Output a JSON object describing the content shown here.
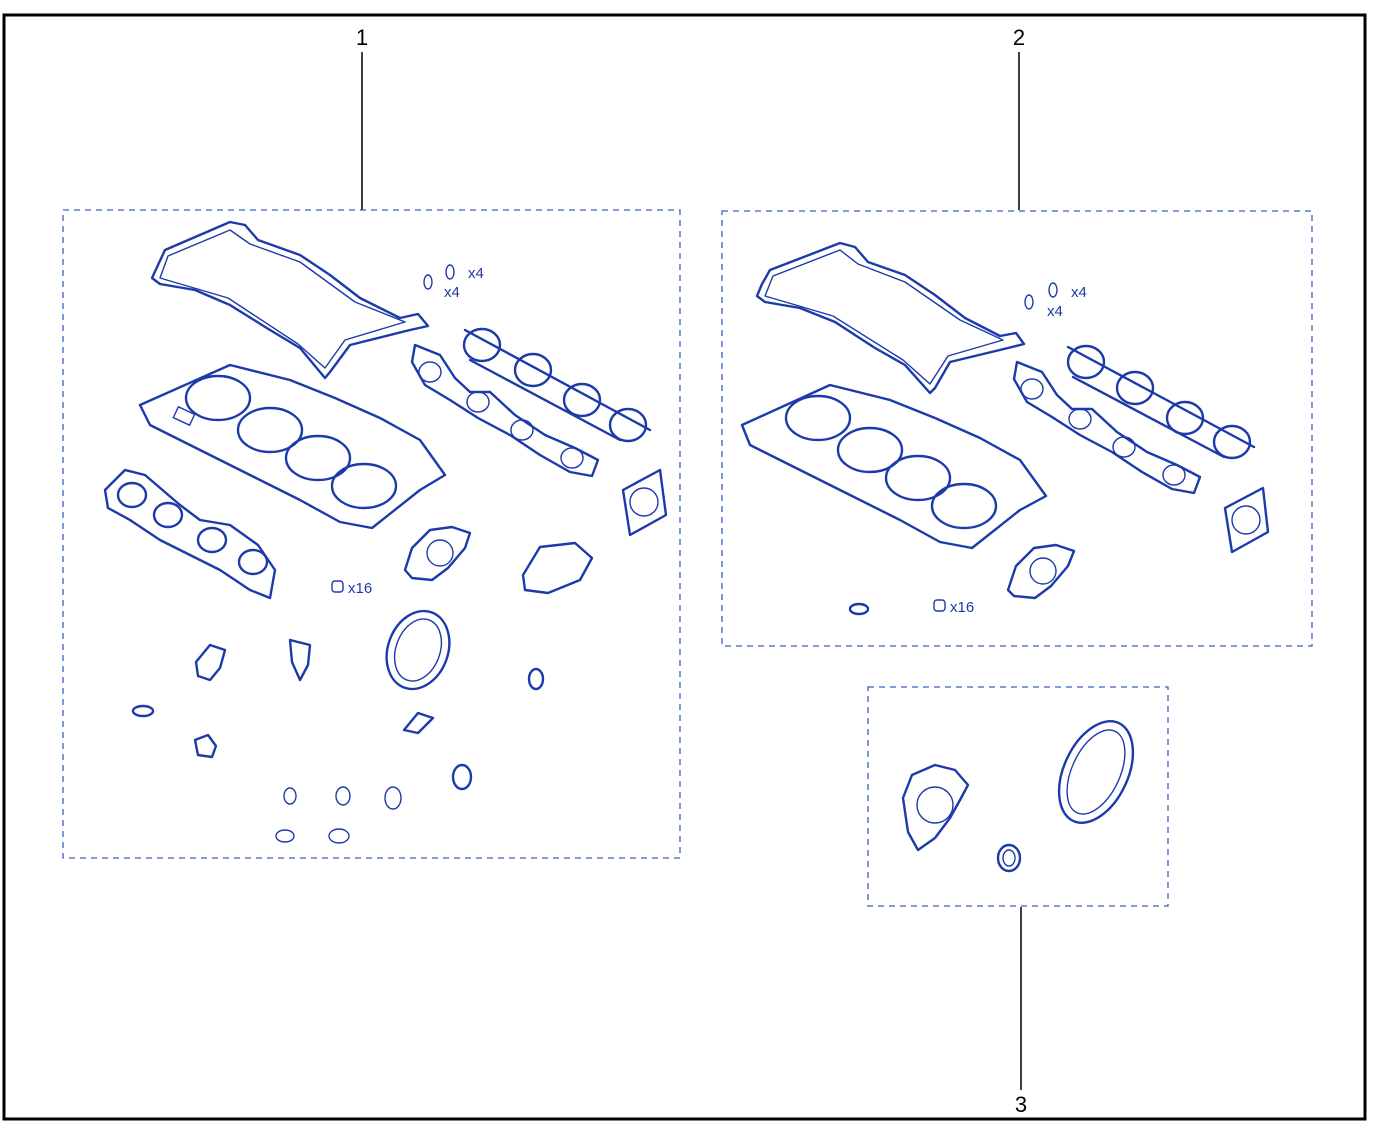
{
  "diagram": {
    "callouts": [
      {
        "id": "1",
        "label": "1"
      },
      {
        "id": "2",
        "label": "2"
      },
      {
        "id": "3",
        "label": "3"
      }
    ],
    "kit1": {
      "qty_a": "x4",
      "qty_b": "x4",
      "qty_c": "x16"
    },
    "kit2": {
      "qty_a": "x4",
      "qty_b": "x4",
      "qty_c": "x16"
    },
    "colors": {
      "line": "#1c3aa9",
      "frame": "#000000",
      "dashed_box": "#3b5fc4"
    }
  }
}
